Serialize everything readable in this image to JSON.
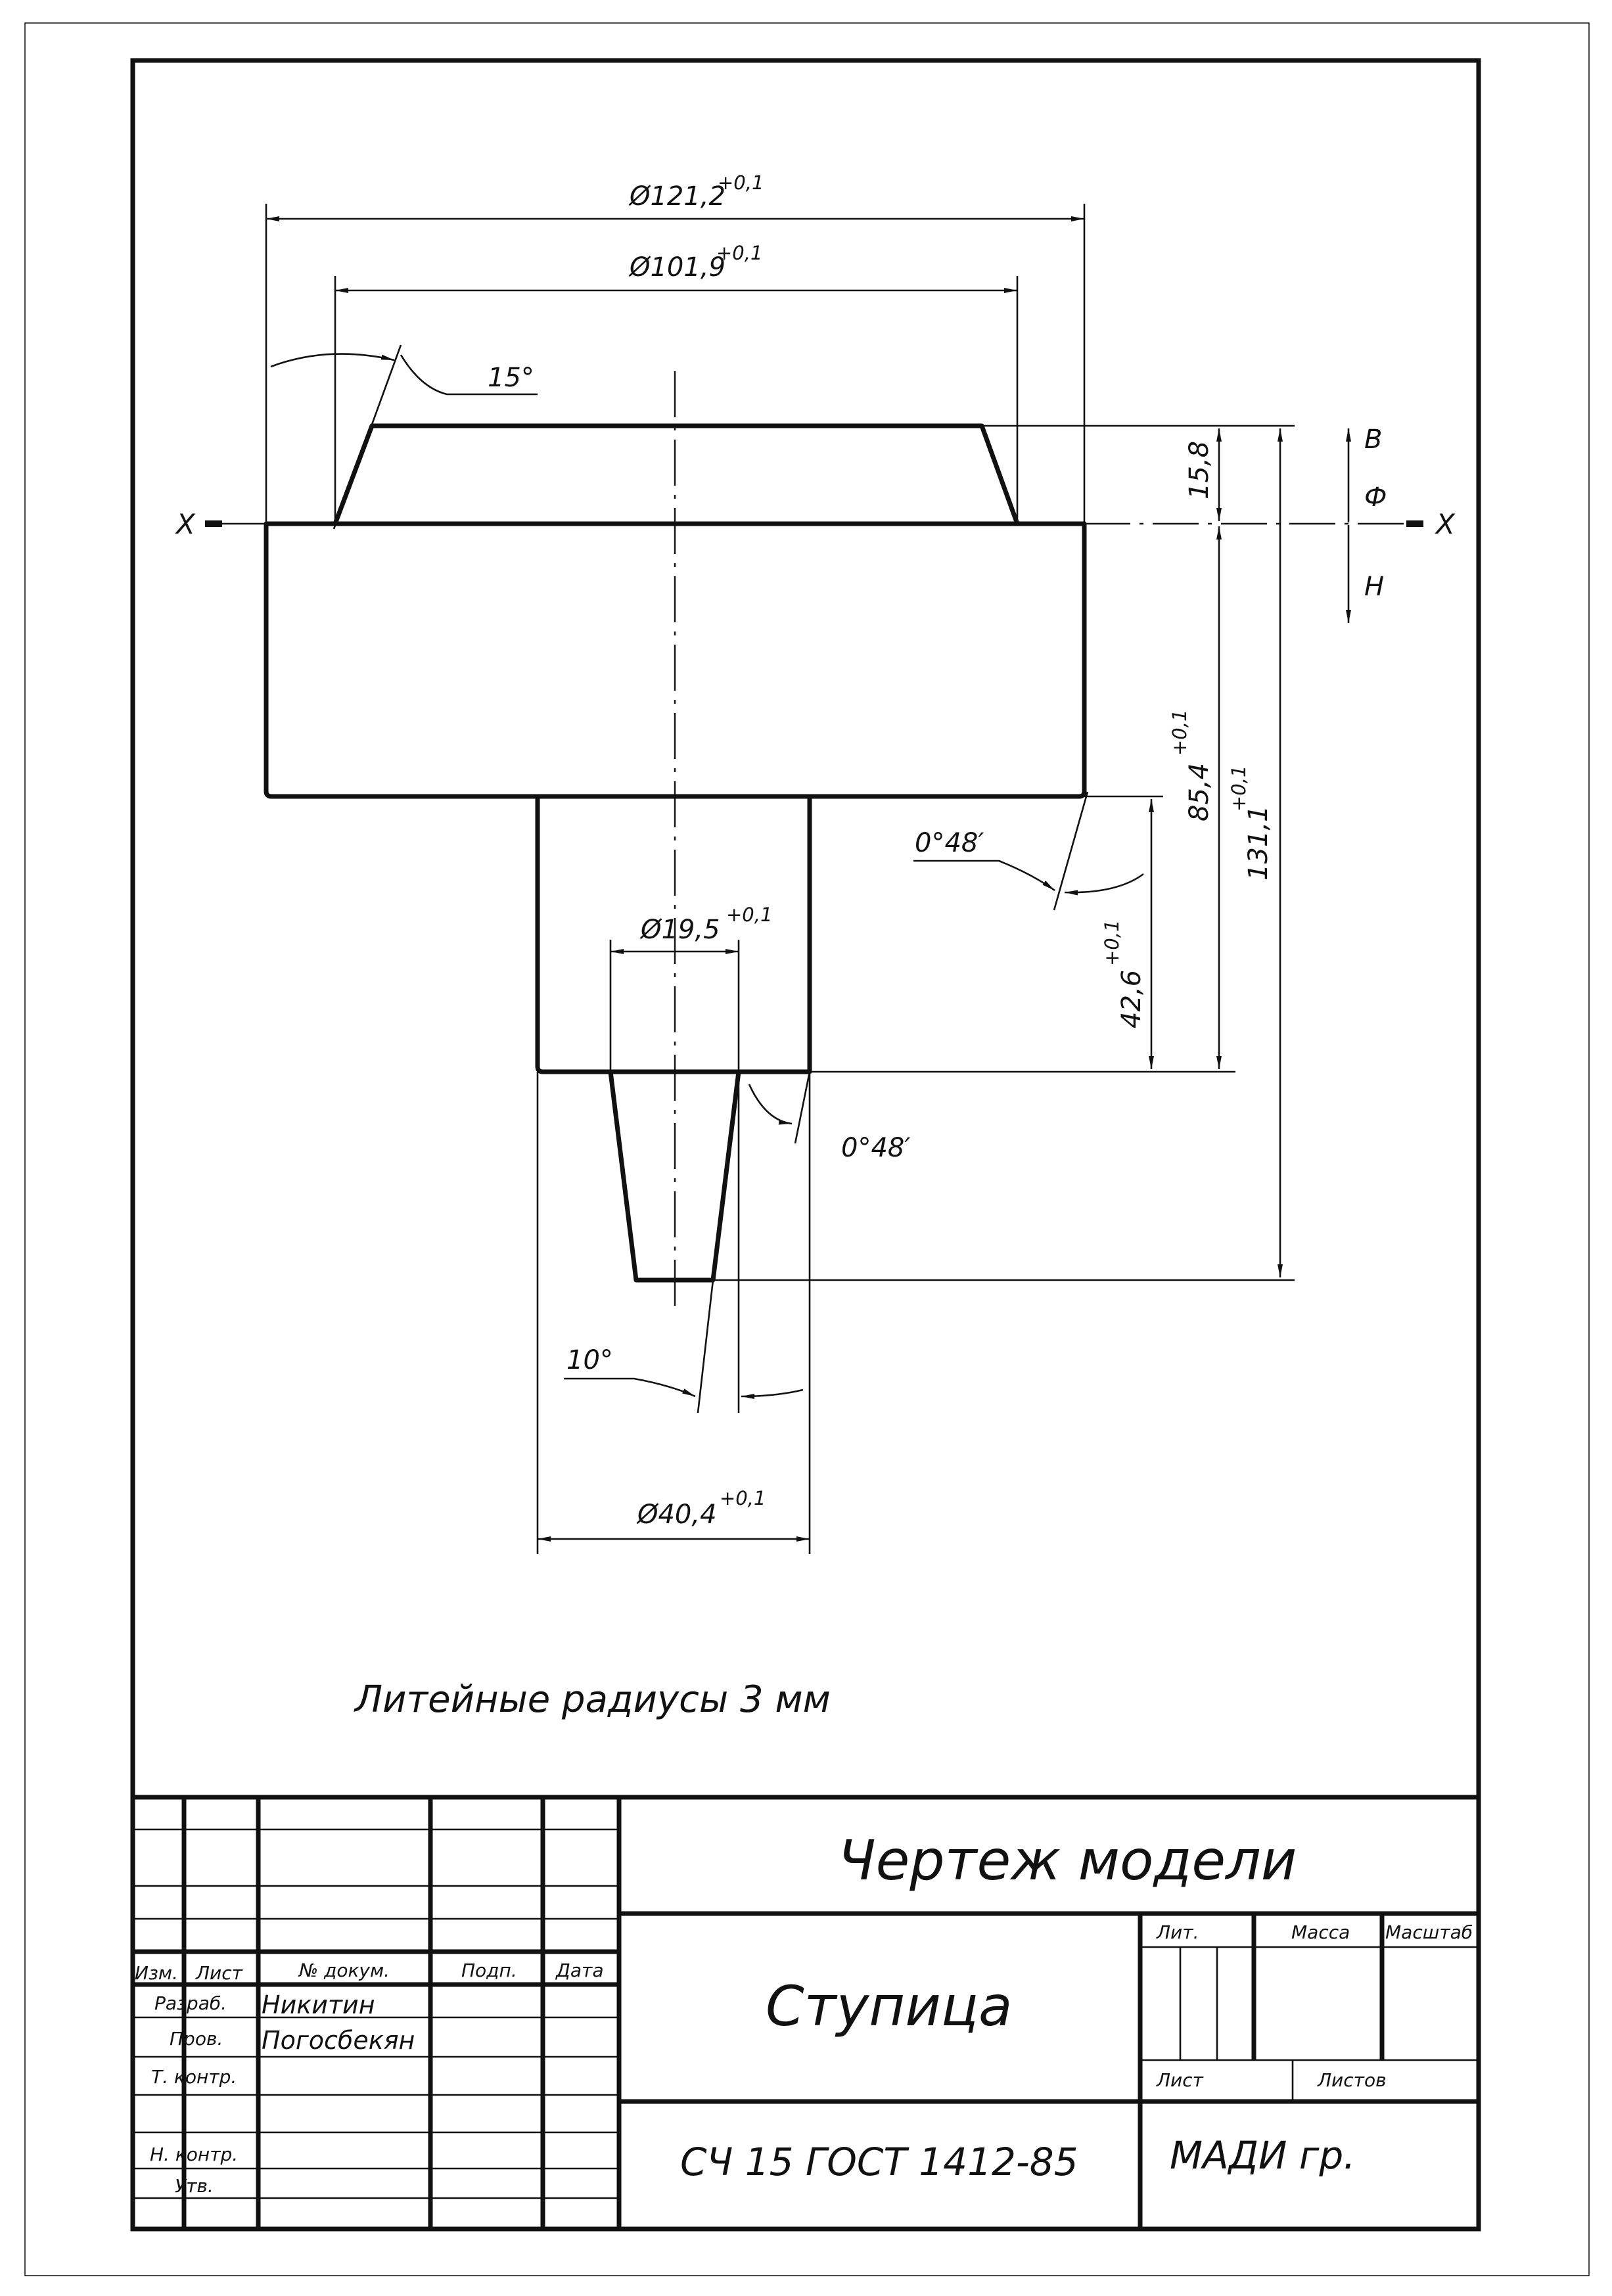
{
  "drawing": {
    "dim_d121": "Ø121,2",
    "dim_d121_tol": "+0,1",
    "dim_d101": "Ø101,9",
    "dim_d101_tol": "+0,1",
    "angle_15": "15°",
    "dim_15_8": "15,8",
    "axis_x_left": "X",
    "axis_x_right": "X",
    "axis_b": "В",
    "axis_f": "Ф",
    "axis_n": "Н",
    "dim_85": "85,4",
    "dim_85_tol": "+0,1",
    "dim_131": "131,1",
    "dim_131_tol": "+0,1",
    "angle_048_a": "0°48′",
    "dim_d19": "Ø19,5",
    "dim_d19_tol": "+0,1",
    "dim_42": "42,6",
    "dim_42_tol": "+0,1",
    "angle_048_b": "0°48′",
    "angle_10": "10°",
    "dim_d40": "Ø40,4",
    "dim_d40_tol": "+0,1",
    "note": "Литейные радиусы  3 мм"
  },
  "title_block": {
    "title": "Чертеж модели",
    "part_name": "Ступица",
    "material": "СЧ 15  ГОСТ  1412-85",
    "org": "МАДИ гр.",
    "hdr_izm": "Изм.",
    "hdr_list": "Лист",
    "hdr_doc": "№ докум.",
    "hdr_podp": "Подп.",
    "hdr_data": "Дата",
    "role_razrab": "Разраб.",
    "role_prov": "Пров.",
    "role_tkontr": "Т. контр.",
    "role_nkontr": "Н. контр.",
    "role_utv": "Утв.",
    "name_razrab": "Никитин",
    "name_prov": "Погосбекян",
    "lit": "Лит.",
    "massa": "Масса",
    "masshtab": "Масштаб",
    "list": "Лист",
    "listov": "Листов"
  }
}
